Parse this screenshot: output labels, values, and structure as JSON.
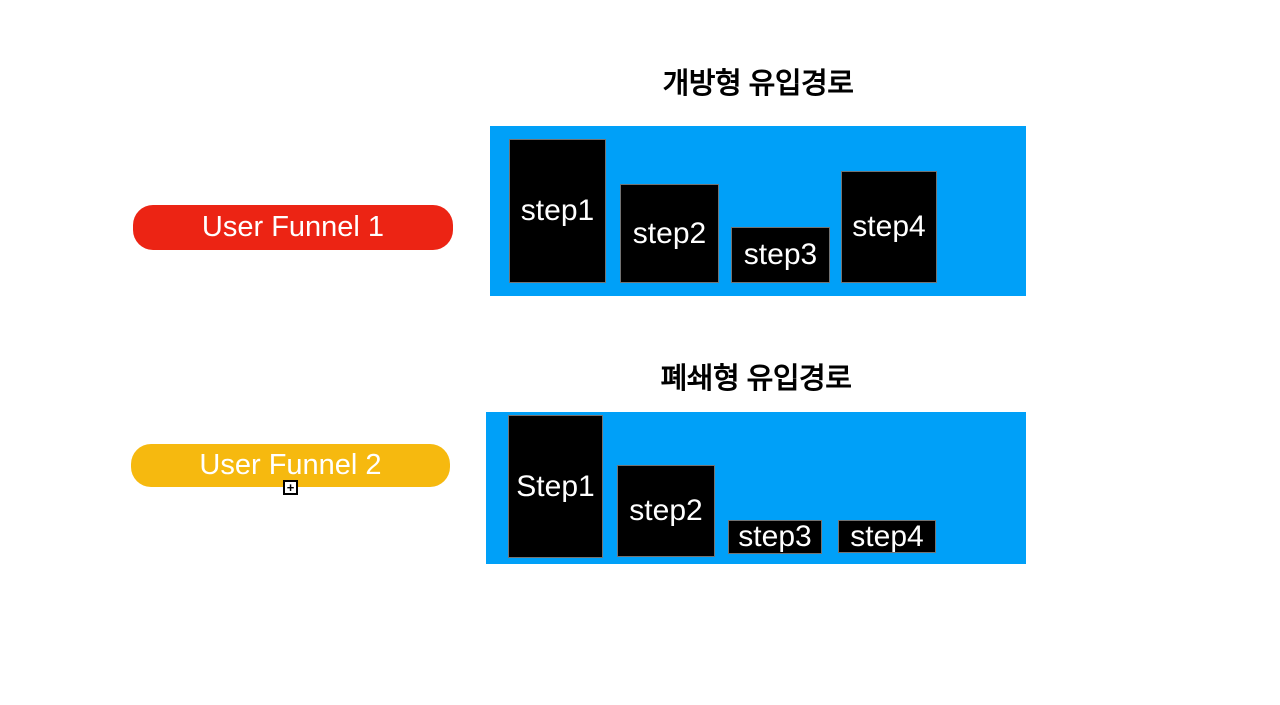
{
  "canvas": {
    "background": "#ffffff"
  },
  "colors": {
    "canvas_bg": "#ffffff",
    "panel_blue": "#00A0F8",
    "funnel1_red": "#EC2414",
    "funnel2_yellow": "#F6B90F",
    "step_black": "#000000",
    "step_text": "#ffffff",
    "title_text": "#000000"
  },
  "sections": [
    {
      "title": "개방형 유입경로",
      "funnel_label": "User Funnel 1",
      "steps": [
        "step1",
        "step2",
        "step3",
        "step4"
      ]
    },
    {
      "title": "폐쇄형 유입경로",
      "funnel_label": "User Funnel 2",
      "steps": [
        "Step1",
        "step2",
        "step3",
        "step4"
      ]
    }
  ],
  "cursor": {
    "plus_glyph": "+"
  }
}
